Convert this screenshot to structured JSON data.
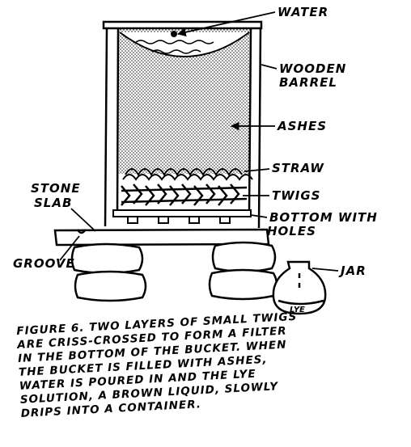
{
  "labels": {
    "water": "WATER",
    "wooden_barrel_1": "WOODEN",
    "wooden_barrel_2": "BARREL",
    "ashes": "ASHES",
    "straw": "STRAW",
    "twigs": "TWIGS",
    "bottom_1": "BOTTOM WITH",
    "bottom_2": "HOLES",
    "stone_slab_1": "STONE",
    "stone_slab_2": "SLAB",
    "groove": "GROOVE",
    "jar": "JAR",
    "lye": "LYE"
  },
  "caption": {
    "line1": "FIGURE 6. TWO LAYERS OF SMALL TWIGS",
    "line2": "ARE CRISS-CROSSED TO FORM A FILTER",
    "line3": "IN THE BOTTOM OF THE BUCKET. WHEN",
    "line4": "THE BUCKET IS FILLED WITH ASHES,",
    "line5": "WATER IS POURED IN AND THE LYE",
    "line6": "SOLUTION, A BROWN LIQUID, SLOWLY",
    "line7": "DRIPS INTO A CONTAINER."
  }
}
